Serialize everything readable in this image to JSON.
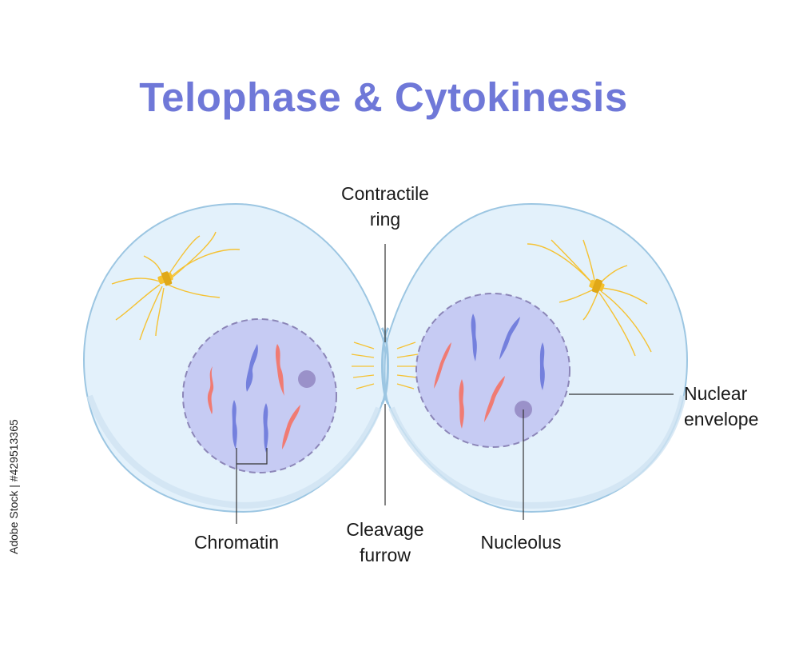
{
  "title": "Telophase & Cytokinesis",
  "labels": {
    "contractile_ring_1": "Contractile",
    "contractile_ring_2": "ring",
    "nuclear_envelope_1": "Nuclear",
    "nuclear_envelope_2": "envelope",
    "chromatin": "Chromatin",
    "cleavage_furrow_1": "Cleavage",
    "cleavage_furrow_2": "furrow",
    "nucleolus": "Nucleolus"
  },
  "stock_id": "Adobe Stock | #429513365",
  "colors": {
    "title": "#6f78d8",
    "cytoplasm": "#e3f1fb",
    "membrane": "#9cc6e2",
    "nucleus": "#c6cbf3",
    "nucleus_border": "#8c86b8",
    "chromosome_blue": "#7480dd",
    "chromosome_red": "#f07b73",
    "nucleolus": "#9a91c9",
    "centrosome": "#f5c12e",
    "spindle": "#f5c233"
  }
}
